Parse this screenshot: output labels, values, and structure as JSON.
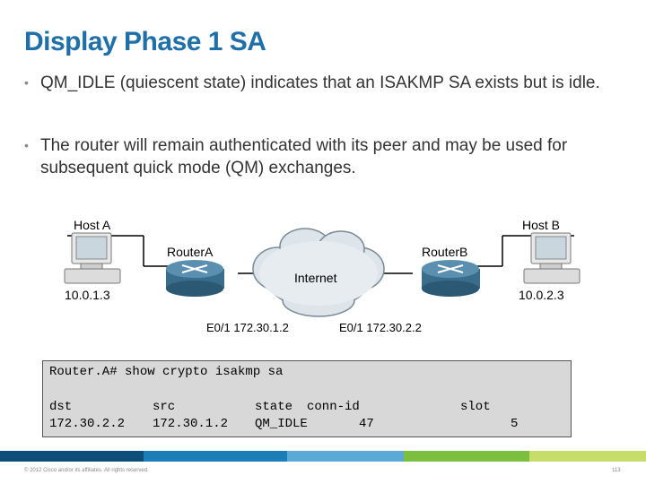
{
  "title": "Display Phase 1 SA",
  "bullets": [
    "QM_IDLE (quiescent state) indicates that an ISAKMP SA exists but is idle.",
    "The router will remain authenticated with its peer and may be used for subsequent quick mode (QM) exchanges."
  ],
  "diagram": {
    "host_a": "Host A",
    "host_b": "Host B",
    "router_a": "RouterA",
    "router_b": "RouterB",
    "cloud": "Internet",
    "host_a_ip": "10.0.1.3",
    "host_b_ip": "10.0.2.3",
    "if_a": "E0/1 172.30.1.2",
    "if_b": "E0/1 172.30.2.2"
  },
  "terminal": {
    "command": "Router.A# show crypto isakmp sa",
    "headers": [
      "dst",
      "src",
      "state",
      "conn-id",
      "slot"
    ],
    "row": [
      "172.30.2.2",
      "172.30.1.2",
      "QM_IDLE",
      "47",
      "5"
    ]
  },
  "footer": {
    "copyright": "© 2012 Cisco and/or its affiliates. All rights reserved.",
    "page": "113"
  },
  "colors": {
    "title": "#1f6fa8",
    "bar": [
      "#0e4e7a",
      "#1a7db5",
      "#5aa9d6",
      "#7cbf3f",
      "#c6dd6a"
    ]
  }
}
